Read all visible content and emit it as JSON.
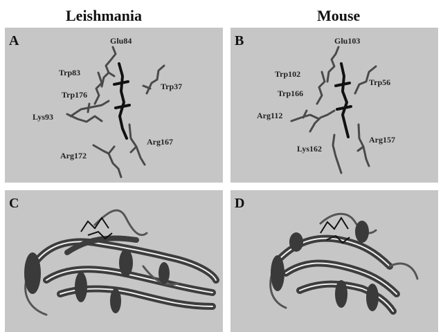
{
  "columns": {
    "left_title": "Leishmania",
    "right_title": "Mouse"
  },
  "panels": {
    "A": {
      "label": "A",
      "residues": [
        "Glu84",
        "Trp83",
        "Trp37",
        "Trp176",
        "Lys93",
        "Arg167",
        "Arg172"
      ]
    },
    "B": {
      "label": "B",
      "residues": [
        "Glu103",
        "Trp102",
        "Trp56",
        "Trp166",
        "Arg112",
        "Arg157",
        "Lys162"
      ]
    },
    "C": {
      "label": "C"
    },
    "D": {
      "label": "D"
    }
  },
  "colors": {
    "panel_bg": "#c6c6c6",
    "structure": "#4a4a4a",
    "ligand": "#111111"
  }
}
